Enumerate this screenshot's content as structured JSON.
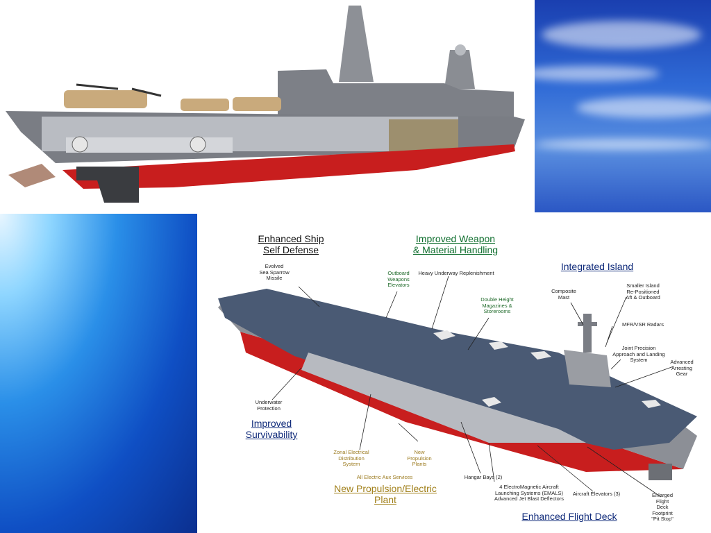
{
  "diagram": {
    "headers": {
      "self_defense": "Enhanced Ship\nSelf Defense",
      "weapon_handling": "Improved Weapon\n& Material Handling",
      "integrated_island": "Integrated Island",
      "survivability": "Improved\nSurvivability",
      "propulsion": "New Propulsion/Electric\nPlant",
      "flight_deck": "Enhanced Flight Deck"
    },
    "labels": {
      "sea_sparrow": "Evolved\nSea Sparrow\nMissile",
      "outboard_elevators": "Outboard\nWeapons\nElevators",
      "heavy_replenishment": "Heavy Underway Replenishment",
      "double_height": "Double Height\nMagazines &\nStorerooms",
      "composite_mast": "Composite\nMast",
      "smaller_island": "Smaller Island\nRe-Positioned\nAft & Outboard",
      "mfr_radars": "MFR/VSR Radars",
      "jpals": "Joint Precision\nApproach and Landing\nSystem",
      "arresting_gear": "Advanced\nArresting\nGear",
      "underwater_protection": "Underwater\nProtection",
      "zonal_electrical": "Zonal Electrical\nDistribution\nSystem",
      "propulsion_plants": "New\nPropulsion\nPlants",
      "electric_aux": "All Electric Aux Services",
      "hangar_bays": "Hangar Bays (2)",
      "emals": "4 ElectroMagnetic Aircraft\nLaunching Systems (EMALS)\nAdvanced Jet Blast Deflectors",
      "aircraft_elevators": "Aircraft Elevators (3)",
      "enlarged_deck": "Enlarged\nFlight\nDeck\nFootprint\n\"Pit Stop\""
    }
  },
  "colors": {
    "hull_red": "#c81e1e",
    "hull_gray": "#8c8f96",
    "deck_blue": "#4a5a74",
    "header_green": "#0f6e2e",
    "header_navy": "#0f2a7a",
    "header_gold": "#a07f18"
  }
}
